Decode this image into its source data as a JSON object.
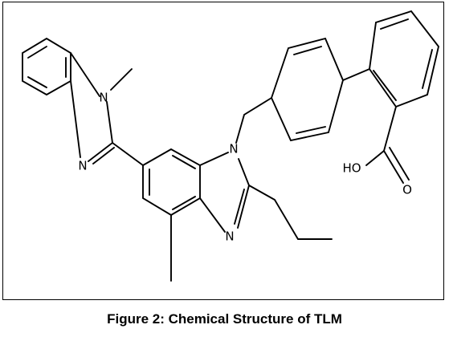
{
  "figure": {
    "caption": "Figure 2: Chemical Structure of TLM",
    "atom_labels": {
      "n_methyl_benzimidazole": "N",
      "n_imine_benzimidazole": "N",
      "n_benzyl_benzimidazole": "N",
      "n_imine_propyl_benzimidazole": "N",
      "hydroxyl": "HO",
      "carbonyl_oxygen": "O"
    }
  }
}
